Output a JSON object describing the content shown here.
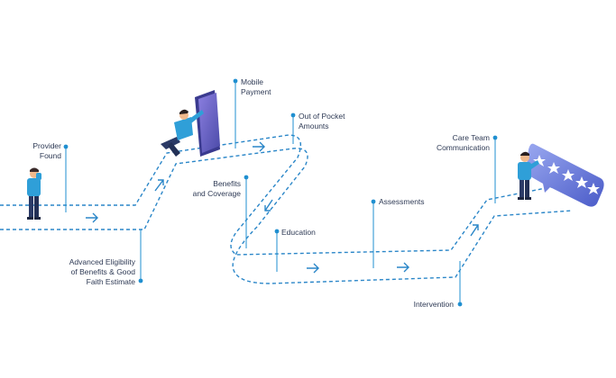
{
  "labels": {
    "provider_found": [
      "Provider",
      "Found"
    ],
    "advanced_eligibility": [
      "Advanced Eligibility",
      "of Benefits & Good",
      "Faith Estimate"
    ],
    "mobile_payment": [
      "Mobile",
      "Payment"
    ],
    "benefits_coverage": [
      "Benefits",
      "and Coverage"
    ],
    "out_of_pocket": [
      "Out of Pocket",
      "Amounts"
    ],
    "education": [
      "Education"
    ],
    "assessments": [
      "Assessments"
    ],
    "intervention": [
      "Intervention"
    ],
    "care_team": [
      "Care Team",
      "Communication"
    ]
  },
  "colors": {
    "path_dashed": "#2a86c8",
    "marker": "#1f8fd0",
    "text": "#2e3a55",
    "phone_body": "#4b4aa8",
    "phone_screen": "#6a58c9",
    "person_shirt": "#2f9fd8",
    "person_pants": "#2b3a66",
    "bubble": "#5b6fd6",
    "stars": "#ffffff"
  },
  "icons": [
    "arrow-right-icon",
    "arrow-down-left-icon",
    "arrow-up-right-icon",
    "star-icon"
  ]
}
